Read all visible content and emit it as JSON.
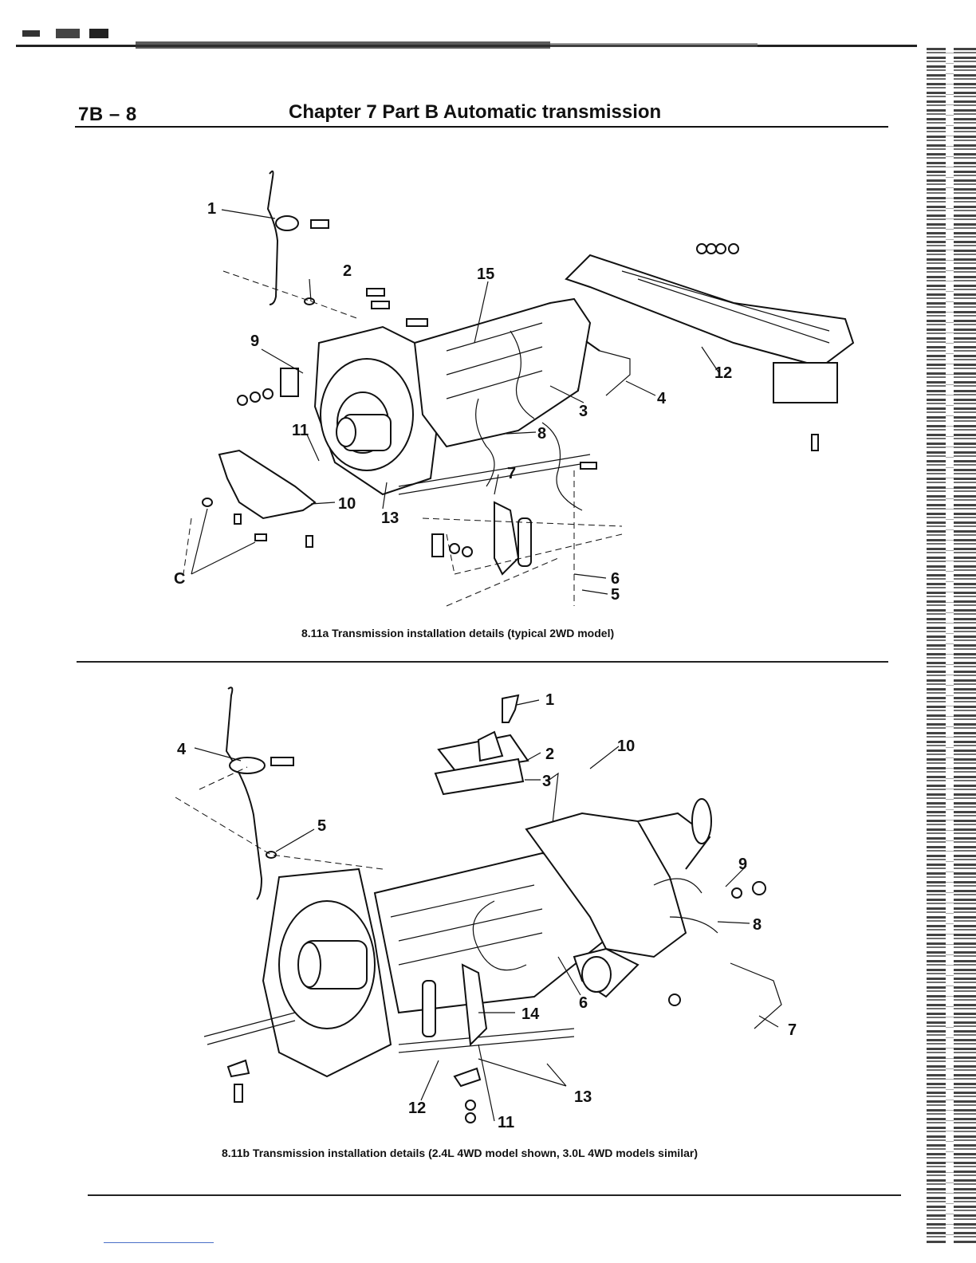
{
  "header": {
    "page_number": "7B – 8",
    "chapter_title": "Chapter 7  Part B   Automatic transmission"
  },
  "figure_a": {
    "caption": "8.11a   Transmission installation details (typical 2WD model)",
    "callouts": [
      "1",
      "2",
      "15",
      "9",
      "12",
      "4",
      "3",
      "11",
      "8",
      "7",
      "10",
      "13",
      "C",
      "6",
      "5"
    ]
  },
  "figure_b": {
    "caption": "8.11b   Transmission installation details (2.4L 4WD model shown, 3.0L 4WD models similar)",
    "callouts": [
      "1",
      "4",
      "2",
      "10",
      "3",
      "5",
      "9",
      "8",
      "14",
      "6",
      "7",
      "13",
      "12",
      "11"
    ]
  }
}
